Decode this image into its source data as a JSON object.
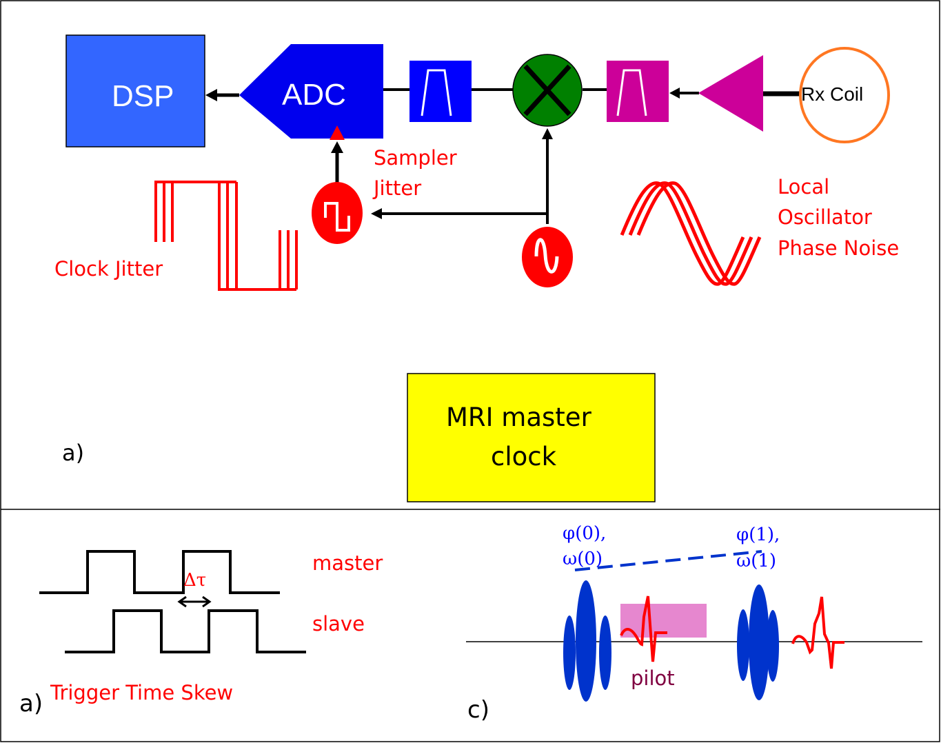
{
  "panel_a": {
    "blocks": {
      "dsp": "DSP",
      "adc": "ADC",
      "rx_coil": "Rx Coil",
      "master_clock_line1": "MRI master",
      "master_clock_line2": "clock"
    },
    "labels": {
      "sampler_jitter_line1": "Sampler",
      "sampler_jitter_line2": "Jitter",
      "clock_jitter": "Clock Jitter",
      "lo_line1": "Local",
      "lo_line2": "Oscillator",
      "lo_line3": "Phase Noise",
      "panel_tag": "a)"
    },
    "colors": {
      "dsp": "#3366ff",
      "adc": "#0000ee",
      "bandpass_blue": "#0000ff",
      "mixer": "#008000",
      "bandpass_magenta": "#cc0099",
      "amplifier": "#cc0099",
      "rx_coil_ring": "#ff7722",
      "clock_red": "#ff0000",
      "master_clock": "#ffff00"
    }
  },
  "panel_b": {
    "labels": {
      "master": "master",
      "slave": "slave",
      "delta_tau": "Δτ",
      "title": "Trigger Time Skew",
      "panel_tag": "a)"
    }
  },
  "panel_c": {
    "labels": {
      "phi0": "φ(0),",
      "omega0": "ω(0)",
      "phi1": "φ(1),",
      "omega1": "ω(1)",
      "pilot": "pilot",
      "panel_tag": "c)"
    },
    "colors": {
      "rf_pulse": "#0033cc",
      "pilot_box": "#e687cf",
      "signal": "#ff0000",
      "pilot_text": "#800040"
    }
  }
}
